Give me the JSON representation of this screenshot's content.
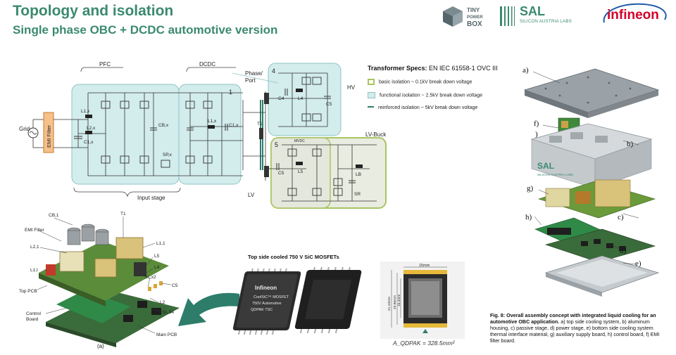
{
  "header": {
    "title": "Topology and isolation",
    "subtitle": "Single phase OBC + DCDC automotive version"
  },
  "logos": {
    "tinypowerbox": [
      "TINY",
      "POWER",
      "BOX"
    ],
    "sal": "SAL",
    "sal_sub": "SILICON AUSTRIA LABS",
    "infineon": "infineon"
  },
  "colors": {
    "title_green": "#3b8a6e",
    "basic_isolation": "#c3d88a",
    "functional_isolation": "#d3ecec",
    "reinforced_isolation": "#2e7d6b",
    "emi_filter": "#f5c08a",
    "arrow": "#2e7d6b"
  },
  "circuit": {
    "pfc_label": "PFC",
    "dcdc_label": "DCDC",
    "phase_port": [
      "Phase/",
      "Port"
    ],
    "hv_label": "HV",
    "lv_label": "LV",
    "lvbuck_label": "LV-Buck",
    "grid_label": "Grid",
    "emi_label": "EMI Filter",
    "input_stage": "Input stage",
    "mvdc": "MVDC",
    "block_numbers": [
      "1",
      "4",
      "5"
    ],
    "components": {
      "l1x": "L1,x",
      "l2x": "L2,x",
      "c1x": "C1,x",
      "cbx": "CB,x",
      "spx": "SP,x",
      "l1x2": "L1,x",
      "c1x2": "C1,x",
      "t1": "T1",
      "c4": "C4",
      "l4": "L4",
      "c5": "C5",
      "c5b": "C5",
      "l5": "L5",
      "lb": "LB",
      "sr": "SR"
    }
  },
  "transformer_specs": {
    "title_bold": "Transformer Specs:",
    "title_rest": " EN IEC 61558-1 OVC III",
    "legend": [
      "basic isolation ~ 0.1kV break down voltage",
      "functional isolation  ~ 2.5kV break down voltage",
      "reinforced isolation  ~ 5kV break down voltage"
    ]
  },
  "pcb_labels": {
    "cb1": "CB,1",
    "t1": "T1",
    "emi_filter": "EMI Filter",
    "l11": "L1,1",
    "l21": "L2,1",
    "l1i": "L1,I",
    "l5": "L5",
    "l4": "L4",
    "sl2": "SL,x2",
    "c5": "C5",
    "l2": "L2",
    "s34": "SL,34",
    "top_pcb": "Top PCB",
    "control_board": "Control\nBoard",
    "main_pcb": "Main PCB",
    "fig_a": "(a)"
  },
  "mosfets": {
    "title": "Top side cooled 750 V SiC MOSFETs",
    "chip_lines": [
      "Infineon",
      "CoolSiC™ MOSFET",
      "750V Automotive",
      "QDPAK TSC"
    ],
    "dim_width": "15mm",
    "dim_h1": "21.10mm",
    "dim_h2": "20.96mm",
    "dim_h3": "15.4mm",
    "formula": "A_QDPAK = 328.5mm²"
  },
  "assembly": {
    "parts": [
      "a)",
      "f)",
      ")",
      "b)",
      "g)",
      "c)",
      "h)",
      "d)",
      "e)"
    ],
    "housing_brand": "SAL",
    "housing_sub": "SILICON AUSTRIA LABS",
    "caption_bold": "Fig. 8:  Overall assembly concept with integrated liquid cooling for an automotive OBC application.",
    "caption_rest": " a) top side cooling system, b) aluminum housing, c) passive stage, d) power stage, e) bottom side cooling system thermal interface material, g) auxiliary supply board, h) control board, f) EMI filter board."
  }
}
